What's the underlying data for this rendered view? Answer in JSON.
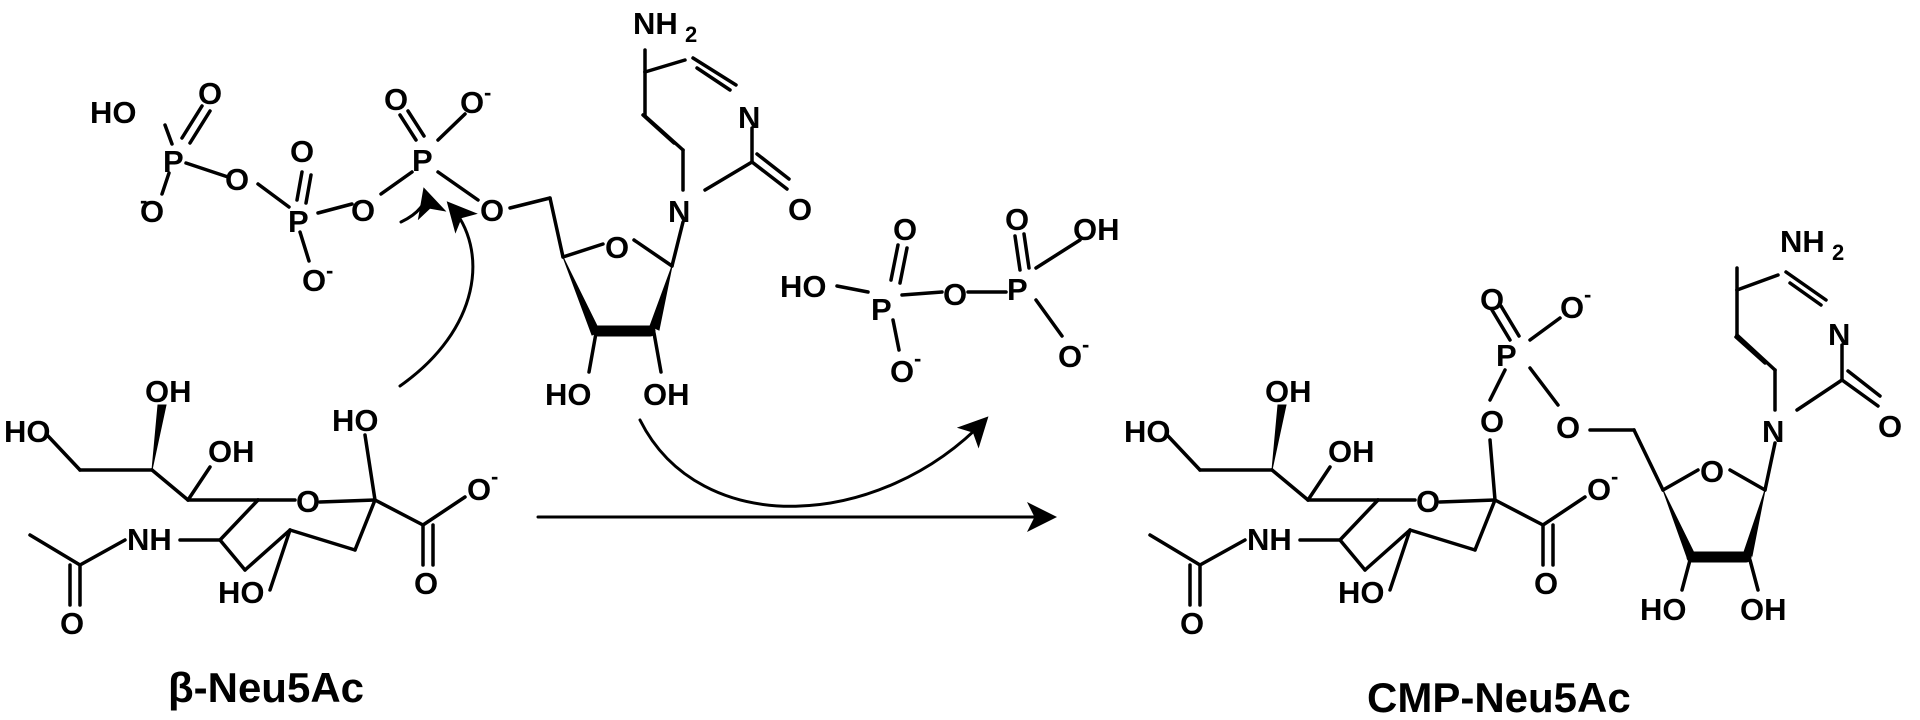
{
  "atoms": {
    "OH": "OH",
    "HO": "HO",
    "O": "O",
    "N": "N",
    "NH": "NH",
    "P": "P",
    "NH2": "NH",
    "NH2_sub": "2",
    "Ominus": "O",
    "minus": "-"
  },
  "captions": {
    "reactant": "β-Neu5Ac",
    "product": "CMP-Neu5Ac"
  }
}
